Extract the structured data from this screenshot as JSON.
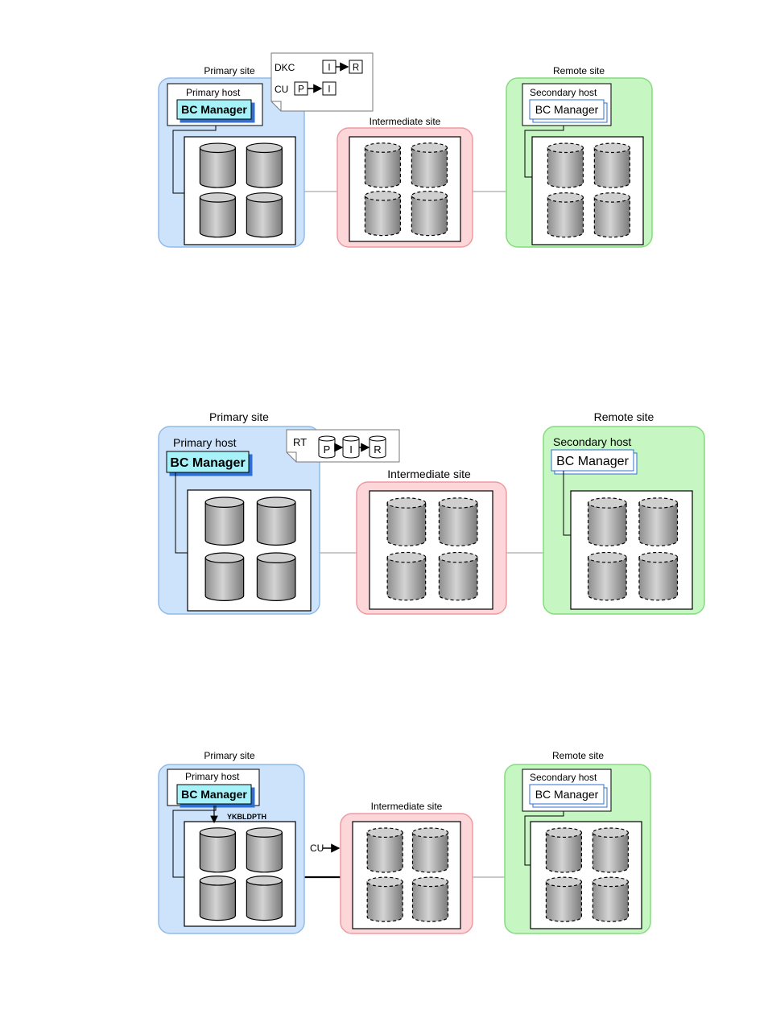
{
  "labels": {
    "primary_site": "Primary site",
    "intermediate_site": "Intermediate site",
    "remote_site": "Remote site",
    "primary_host": "Primary host",
    "secondary_host": "Secondary host",
    "bc_manager": "BC Manager"
  },
  "diagrams": [
    {
      "callout": {
        "rows": [
          {
            "label": "DKC",
            "from": "I",
            "to": "R"
          },
          {
            "label": "CU",
            "from": "P",
            "to": "I"
          }
        ]
      }
    },
    {
      "callout": {
        "label": "RT",
        "chain": [
          "P",
          "I",
          "R"
        ]
      }
    },
    {
      "command": "YKBLDPTH",
      "link_label": "CU"
    }
  ],
  "colors": {
    "primary_site_fill": "#cce3fb",
    "primary_site_stroke": "#8fbbe8",
    "intermediate_site_fill": "#fcd6d8",
    "intermediate_site_stroke": "#ef9aa0",
    "remote_site_fill": "#c6f6c2",
    "remote_site_stroke": "#84dc7e",
    "bc_active_fill": "#a6f2f8",
    "bc_shadow": "#2f6fd0",
    "disk_gray": "#b8b8b8"
  },
  "icons": [
    "cylinder-disk-icon",
    "arrow-right-icon",
    "arrow-down-icon",
    "folded-note-icon"
  ]
}
